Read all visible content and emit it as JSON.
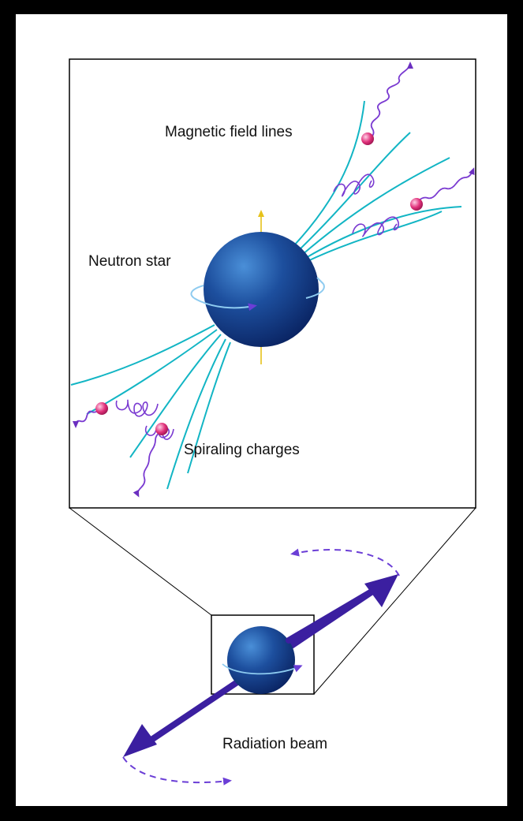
{
  "labels": {
    "magnetic_field_lines": "Magnetic field lines",
    "neutron_star": "Neutron star",
    "spiraling_charges": "Spiraling charges",
    "radiation_beam": "Radiation beam"
  },
  "colors": {
    "background": "#000000",
    "canvas": "#ffffff",
    "field_line": "#12b5c4",
    "star_dark": "#0a2a6b",
    "star_light": "#3f86d0",
    "spiral": "#7a3ad1",
    "charge": "#e0307a",
    "axis_arrow": "#e6c21a",
    "beam": "#3b1fa0",
    "rotation": "#8ecbf0",
    "frame": "#000000"
  }
}
